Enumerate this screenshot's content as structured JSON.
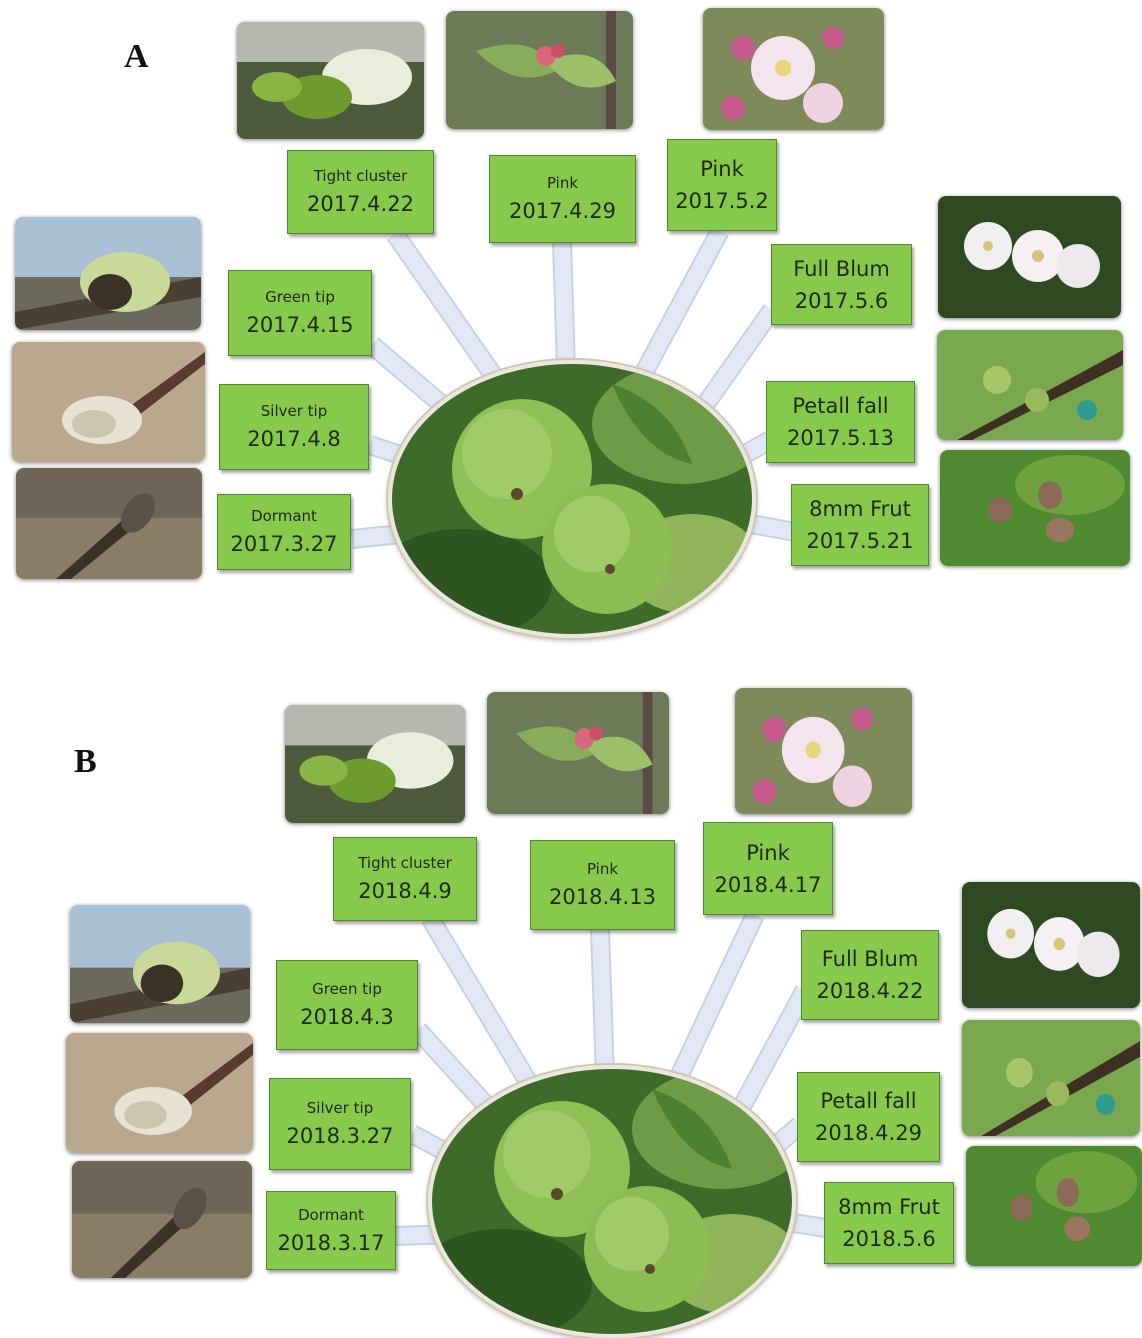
{
  "panels": [
    {
      "letter": "A",
      "stages": [
        {
          "name": "Dormant",
          "date": "2017.3.27",
          "photo": "dormant-bud-photo"
        },
        {
          "name": "Silver tip",
          "date": "2017.4.8",
          "photo": "silver-tip-bud-photo"
        },
        {
          "name": "Green tip",
          "date": "2017.4.15",
          "photo": "green-tip-bud-photo"
        },
        {
          "name": "Tight cluster",
          "date": "2017.4.22",
          "photo": "tight-cluster-photo"
        },
        {
          "name": "Pink",
          "date": "2017.4.29",
          "photo": "pink-bud-photo"
        },
        {
          "name": "Pink",
          "date": "2017.5.2",
          "photo": "pink-blossom-photo"
        },
        {
          "name": "Full Blum",
          "date": "2017.5.6",
          "photo": "full-bloom-photo"
        },
        {
          "name": "Petall fall",
          "date": "2017.5.13",
          "photo": "petal-fall-photo"
        },
        {
          "name": "8mm Frut",
          "date": "2017.5.21",
          "photo": "8mm-fruit-photo"
        }
      ],
      "center_photo": "green-apples-photo"
    },
    {
      "letter": "B",
      "stages": [
        {
          "name": "Dormant",
          "date": "2018.3.17",
          "photo": "dormant-bud-photo"
        },
        {
          "name": "Silver tip",
          "date": "2018.3.27",
          "photo": "silver-tip-bud-photo"
        },
        {
          "name": "Green tip",
          "date": "2018.4.3",
          "photo": "green-tip-bud-photo"
        },
        {
          "name": "Tight cluster",
          "date": "2018.4.9",
          "photo": "tight-cluster-photo"
        },
        {
          "name": "Pink",
          "date": "2018.4.13",
          "photo": "pink-bud-photo"
        },
        {
          "name": "Pink",
          "date": "2018.4.17",
          "photo": "pink-blossom-photo"
        },
        {
          "name": "Full Blum",
          "date": "2018.4.22",
          "photo": "full-bloom-photo"
        },
        {
          "name": "Petall fall",
          "date": "2018.4.29",
          "photo": "petal-fall-photo"
        },
        {
          "name": "8mm Frut",
          "date": "2018.5.6",
          "photo": "8mm-fruit-photo"
        }
      ],
      "center_photo": "green-apples-photo"
    }
  ],
  "colors": {
    "label_fill": "#86c94b",
    "label_border": "#4f8a2a",
    "spoke": "#e3e8f6"
  }
}
